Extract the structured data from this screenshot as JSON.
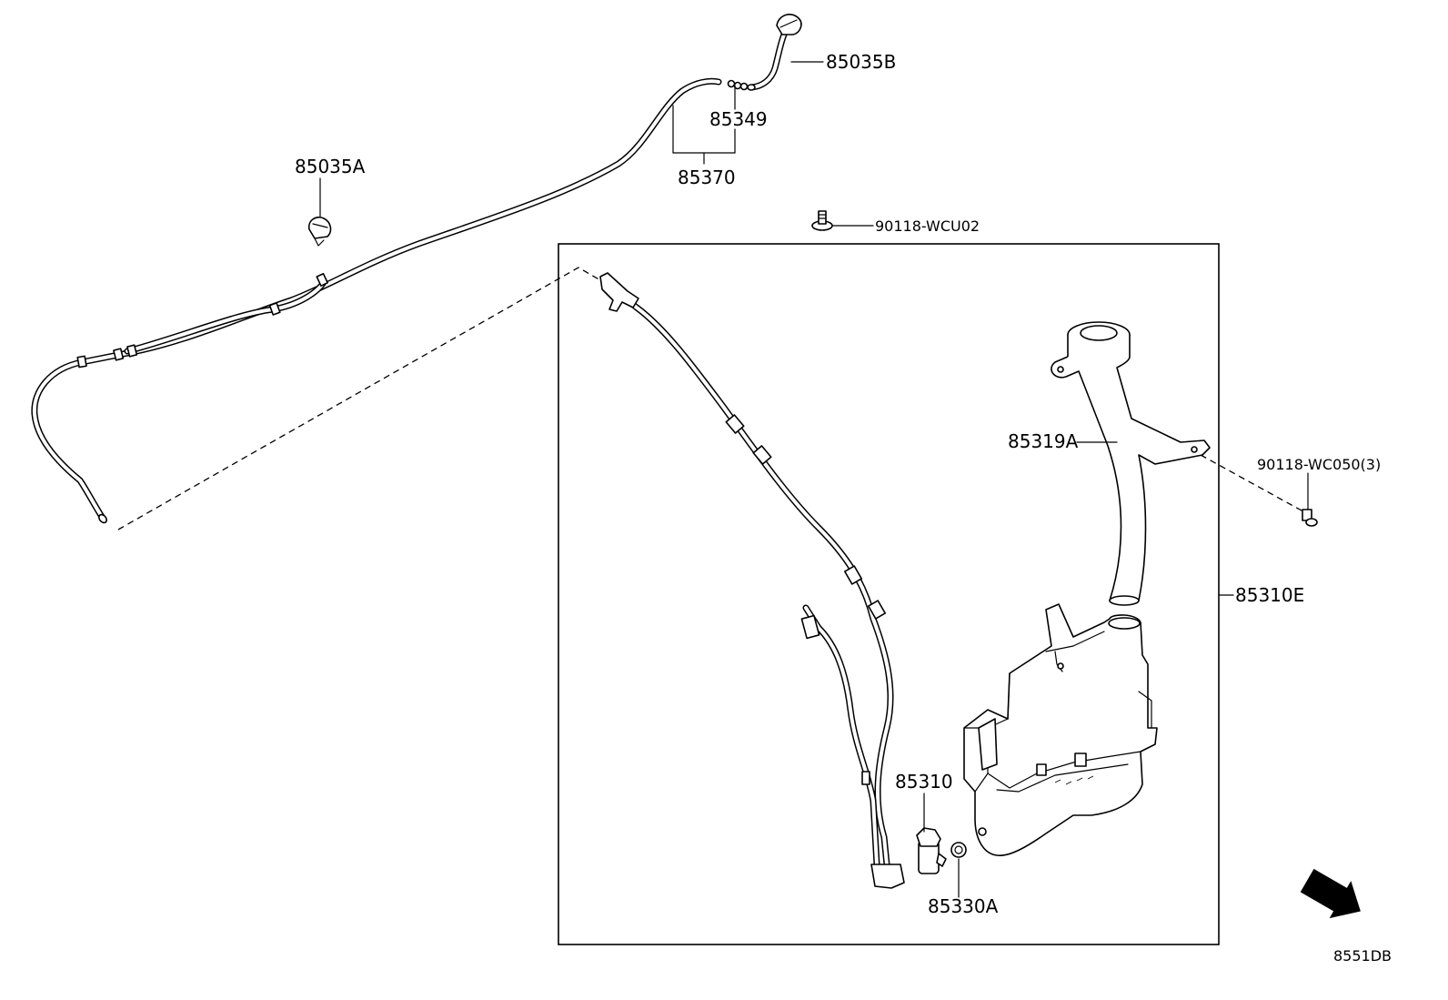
{
  "diagram": {
    "diagram_id": "8551DB",
    "fwd_label": "FWD",
    "parts": {
      "p85035B": "85035B",
      "p85349": "85349",
      "p85370": "85370",
      "p85035A": "85035A",
      "p90118_WCU02": "90118-WCU02",
      "p85319A": "85319A",
      "p90118_WC050": "90118-WC050(3)",
      "p85310E": "85310E",
      "p85310": "85310",
      "p85330A": "85330A"
    }
  }
}
